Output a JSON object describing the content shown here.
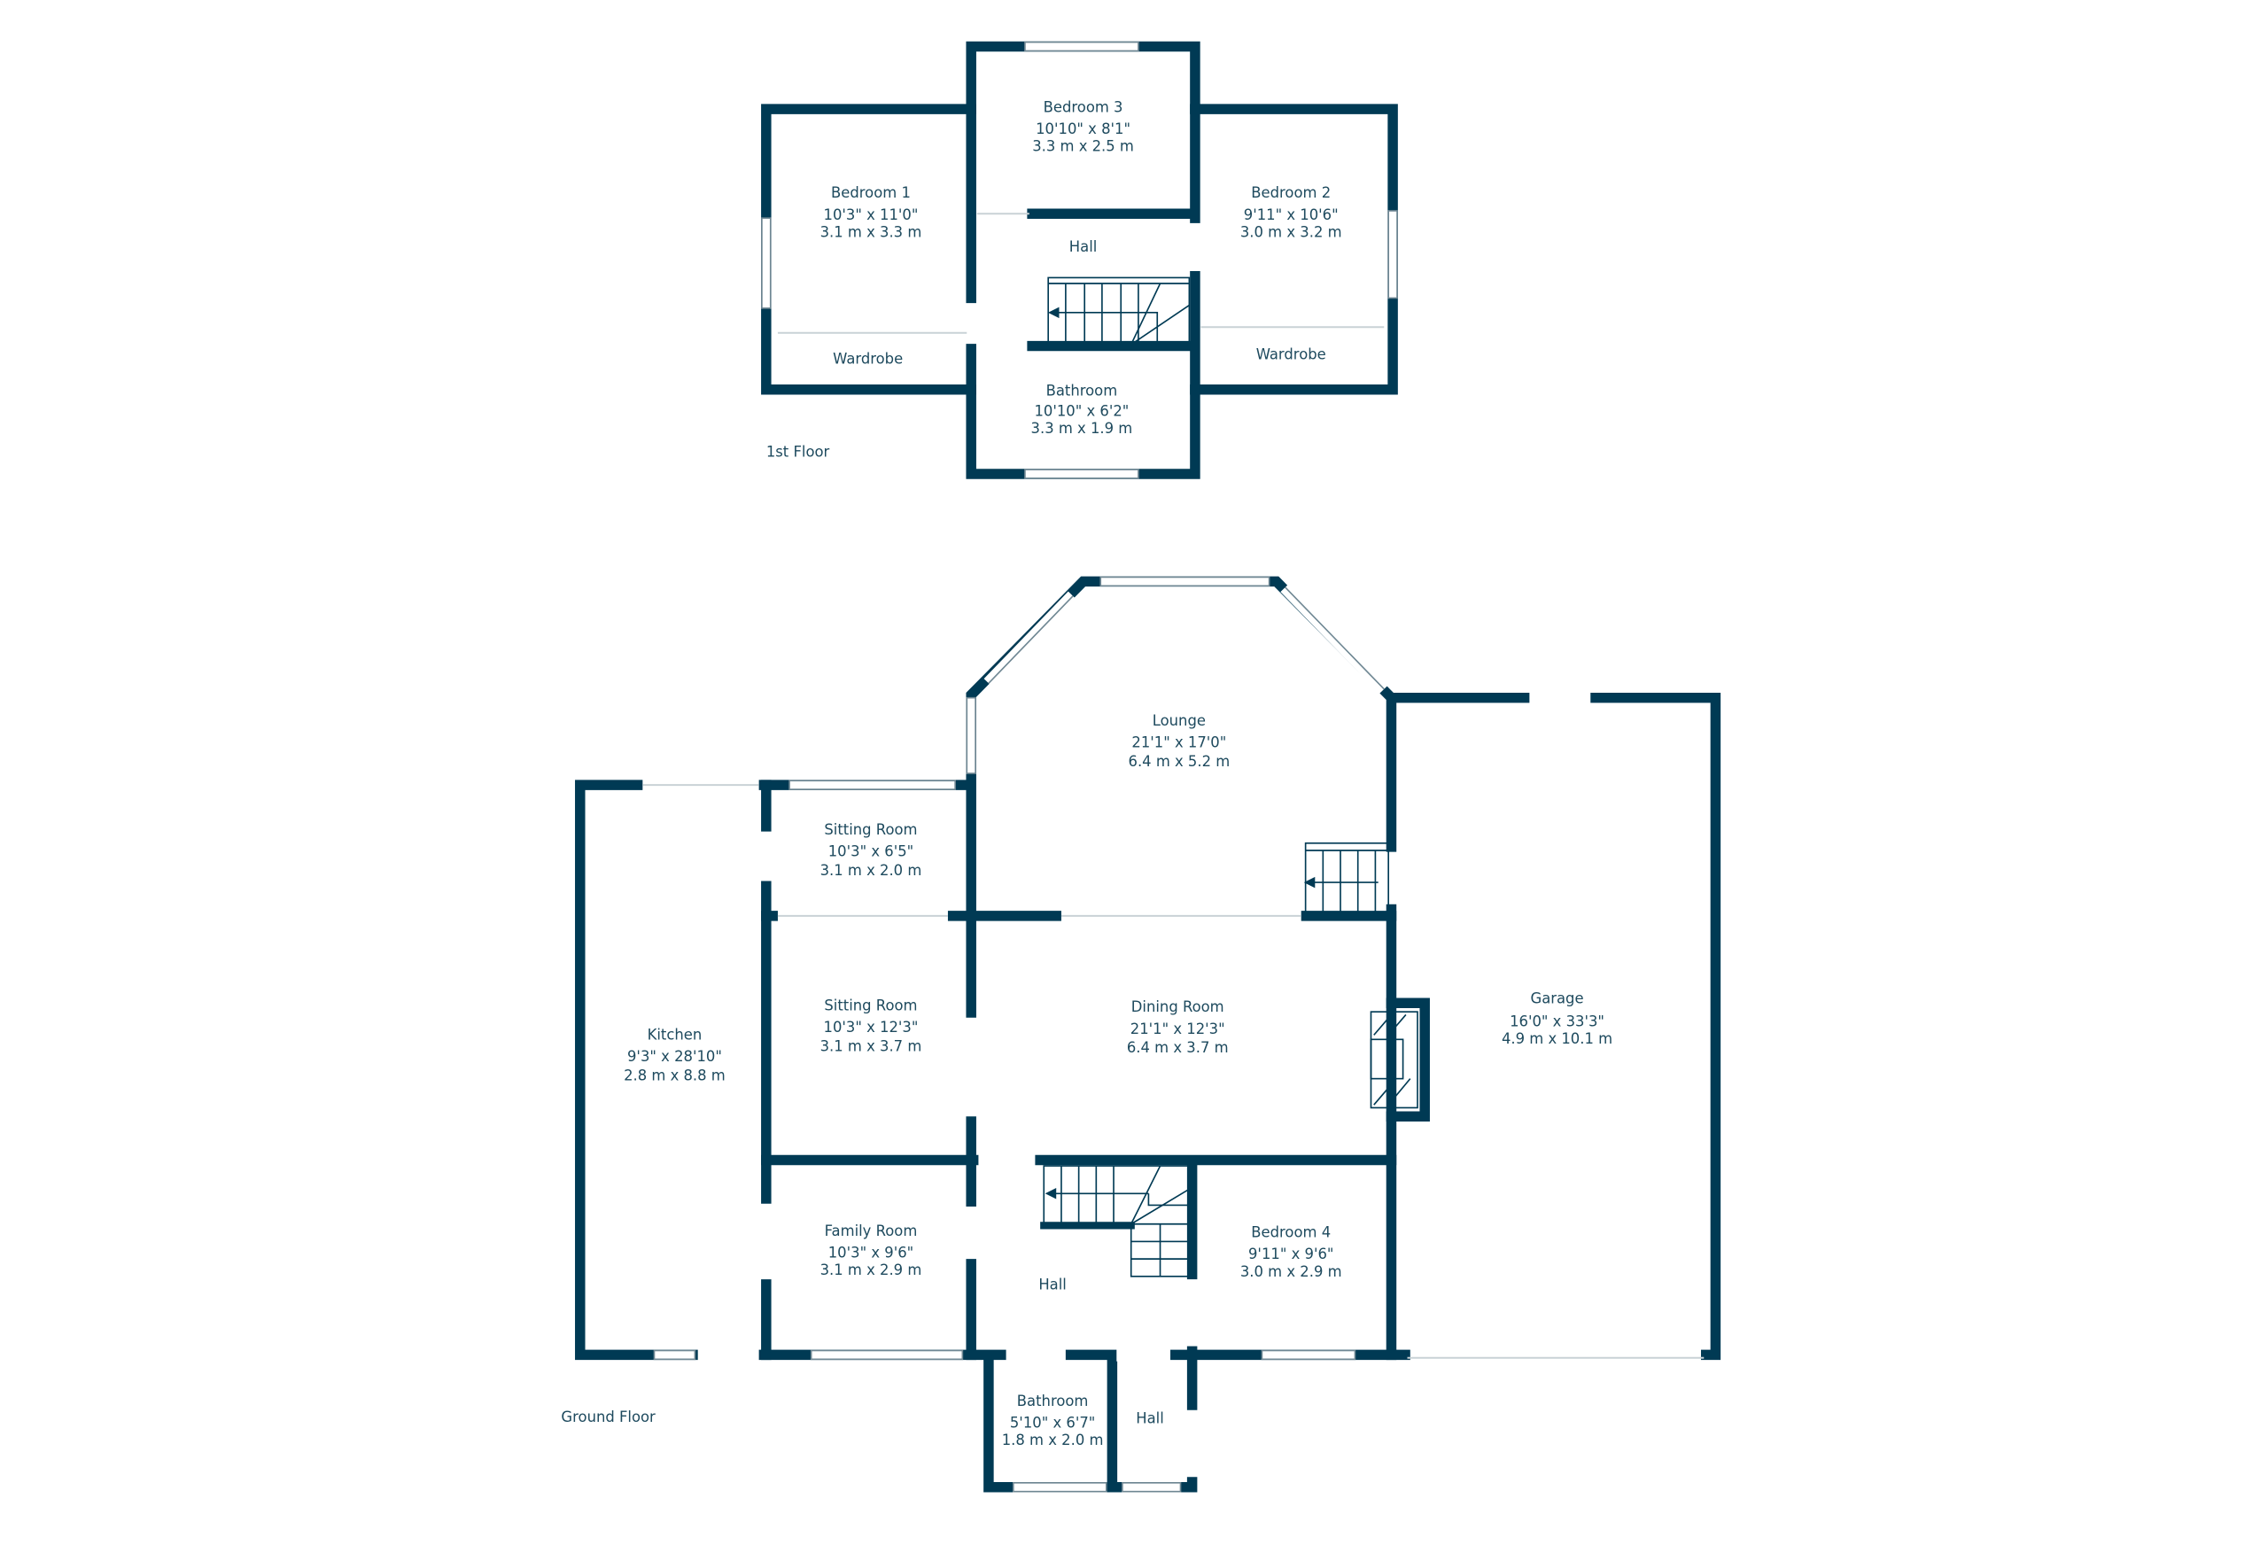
{
  "floors": [
    {
      "label": "1st Floor",
      "rooms": [
        {
          "name": "Bedroom 3",
          "imperial": "10'10\" x 8'1\"",
          "metric": "3.3 m x 2.5 m"
        },
        {
          "name": "Bedroom 1",
          "imperial": "10'3\" x 11'0\"",
          "metric": "3.1 m x 3.3 m"
        },
        {
          "name": "Bedroom 2",
          "imperial": "9'11\" x 10'6\"",
          "metric": "3.0 m x 3.2 m"
        },
        {
          "name": "Hall"
        },
        {
          "name": "Wardrobe"
        },
        {
          "name": "Wardrobe"
        },
        {
          "name": "Bathroom",
          "imperial": "10'10\" x 6'2\"",
          "metric": "3.3 m x 1.9 m"
        }
      ]
    },
    {
      "label": "Ground Floor",
      "rooms": [
        {
          "name": "Lounge",
          "imperial": "21'1\" x 17'0\"",
          "metric": "6.4 m x 5.2 m"
        },
        {
          "name": "Sitting Room",
          "imperial": "10'3\" x 6'5\"",
          "metric": "3.1 m x 2.0 m"
        },
        {
          "name": "Sitting Room",
          "imperial": "10'3\" x 12'3\"",
          "metric": "3.1 m x 3.7 m"
        },
        {
          "name": "Kitchen",
          "imperial": "9'3\" x 28'10\"",
          "metric": "2.8 m x 8.8 m"
        },
        {
          "name": "Dining Room",
          "imperial": "21'1\" x 12'3\"",
          "metric": "6.4 m x 3.7 m"
        },
        {
          "name": "Garage",
          "imperial": "16'0\" x 33'3\"",
          "metric": "4.9 m x 10.1 m"
        },
        {
          "name": "Family Room",
          "imperial": "10'3\" x 9'6\"",
          "metric": "3.1 m x 2.9 m"
        },
        {
          "name": "Bedroom 4",
          "imperial": "9'11\" x 9'6\"",
          "metric": "3.0 m x 2.9 m"
        },
        {
          "name": "Hall"
        },
        {
          "name": "Bathroom",
          "imperial": "5'10\" x 6'7\"",
          "metric": "1.8 m x 2.0 m"
        },
        {
          "name": "Hall"
        }
      ]
    }
  ],
  "colors": {
    "wall": "#003a54",
    "text": "#1e4a5e"
  }
}
